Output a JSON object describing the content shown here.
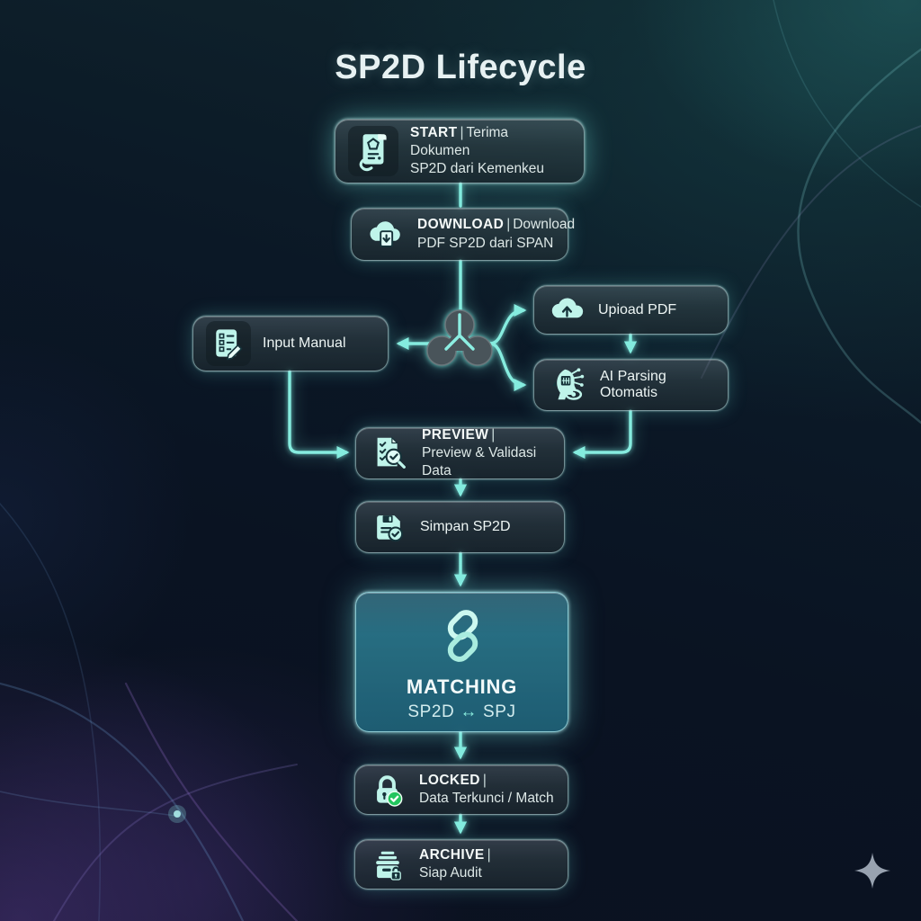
{
  "title": "SP2D Lifecycle",
  "colors": {
    "accent_line": "#86ecdf",
    "icon_mint": "#b9f3ea",
    "matching_fill": "#2d7e92",
    "locked_badge_green": "#22c55e",
    "background_navy": "#0a1322",
    "background_teal_corner": "#16424a",
    "background_purple_corner": "#543886"
  },
  "nodes": {
    "start": {
      "icon": "scroll-document-icon",
      "strong": "START",
      "sep": "|",
      "rest": "Terima Dokumen",
      "line2": "SP2D dari Kemenkeu"
    },
    "download": {
      "icon": "cloud-download-icon",
      "strong": "DOWNLOAD",
      "sep": "|",
      "rest": "Download",
      "line2": "PDF SP2D dari SPAN"
    },
    "input_manual": {
      "icon": "form-pencil-icon",
      "label": "Input Manual"
    },
    "upload_pdf": {
      "icon": "cloud-upload-icon",
      "label": "Upioad PDF"
    },
    "ai_parsing": {
      "icon": "ai-head-icon",
      "label": "AI Parsing Otomatis"
    },
    "preview": {
      "icon": "checklist-magnifier-icon",
      "strong": "PREVIEW",
      "sep": "|",
      "rest": "",
      "line2": "Preview & Validasi Data"
    },
    "simpan": {
      "icon": "floppy-check-icon",
      "label": "Simpan SP2D"
    },
    "matching": {
      "icon": "chain-link-icon",
      "title": "MATCHING",
      "sub_left": "SP2D",
      "sub_arrow": "↔",
      "sub_right": "SPJ"
    },
    "locked": {
      "icon": "padlock-check-icon",
      "strong": "LOCKED",
      "sep": "|",
      "rest": "",
      "line2": "Data Terkunci / Match"
    },
    "archive": {
      "icon": "archive-lock-icon",
      "strong": "ARCHIVE",
      "sep": "|",
      "rest": "",
      "line2": "Siap Audit"
    }
  },
  "footer": {
    "icon": "sparkle-icon"
  }
}
